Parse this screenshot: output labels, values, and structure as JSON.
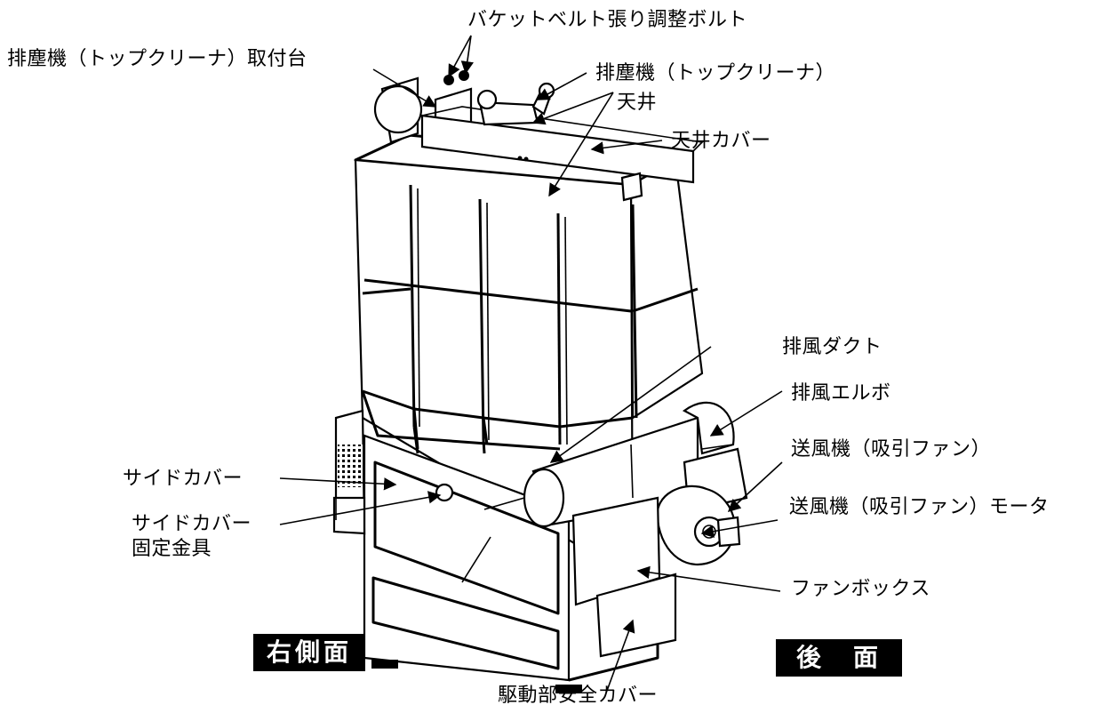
{
  "labels": {
    "bucket_belt_bolt": "バケットベルト張り調整ボルト",
    "top_cleaner_mount": "排塵機（トップクリーナ）取付台",
    "top_cleaner": "排塵機（トップクリーナ）",
    "ceiling": "天井",
    "ceiling_cover": "天井カバー",
    "exhaust_duct": "排風ダクト",
    "exhaust_elbow": "排風エルボ",
    "blower": "送風機（吸引ファン）",
    "blower_motor": "送風機（吸引ファン）モータ",
    "side_cover": "サイドカバー",
    "side_cover_bracket_line1": "サイドカバー",
    "side_cover_bracket_line2": "固定金具",
    "fan_box": "ファンボックス",
    "drive_safety_cover": "駆動部安全カバー"
  },
  "badges": {
    "right_side": "右側面",
    "rear": "後　面"
  }
}
